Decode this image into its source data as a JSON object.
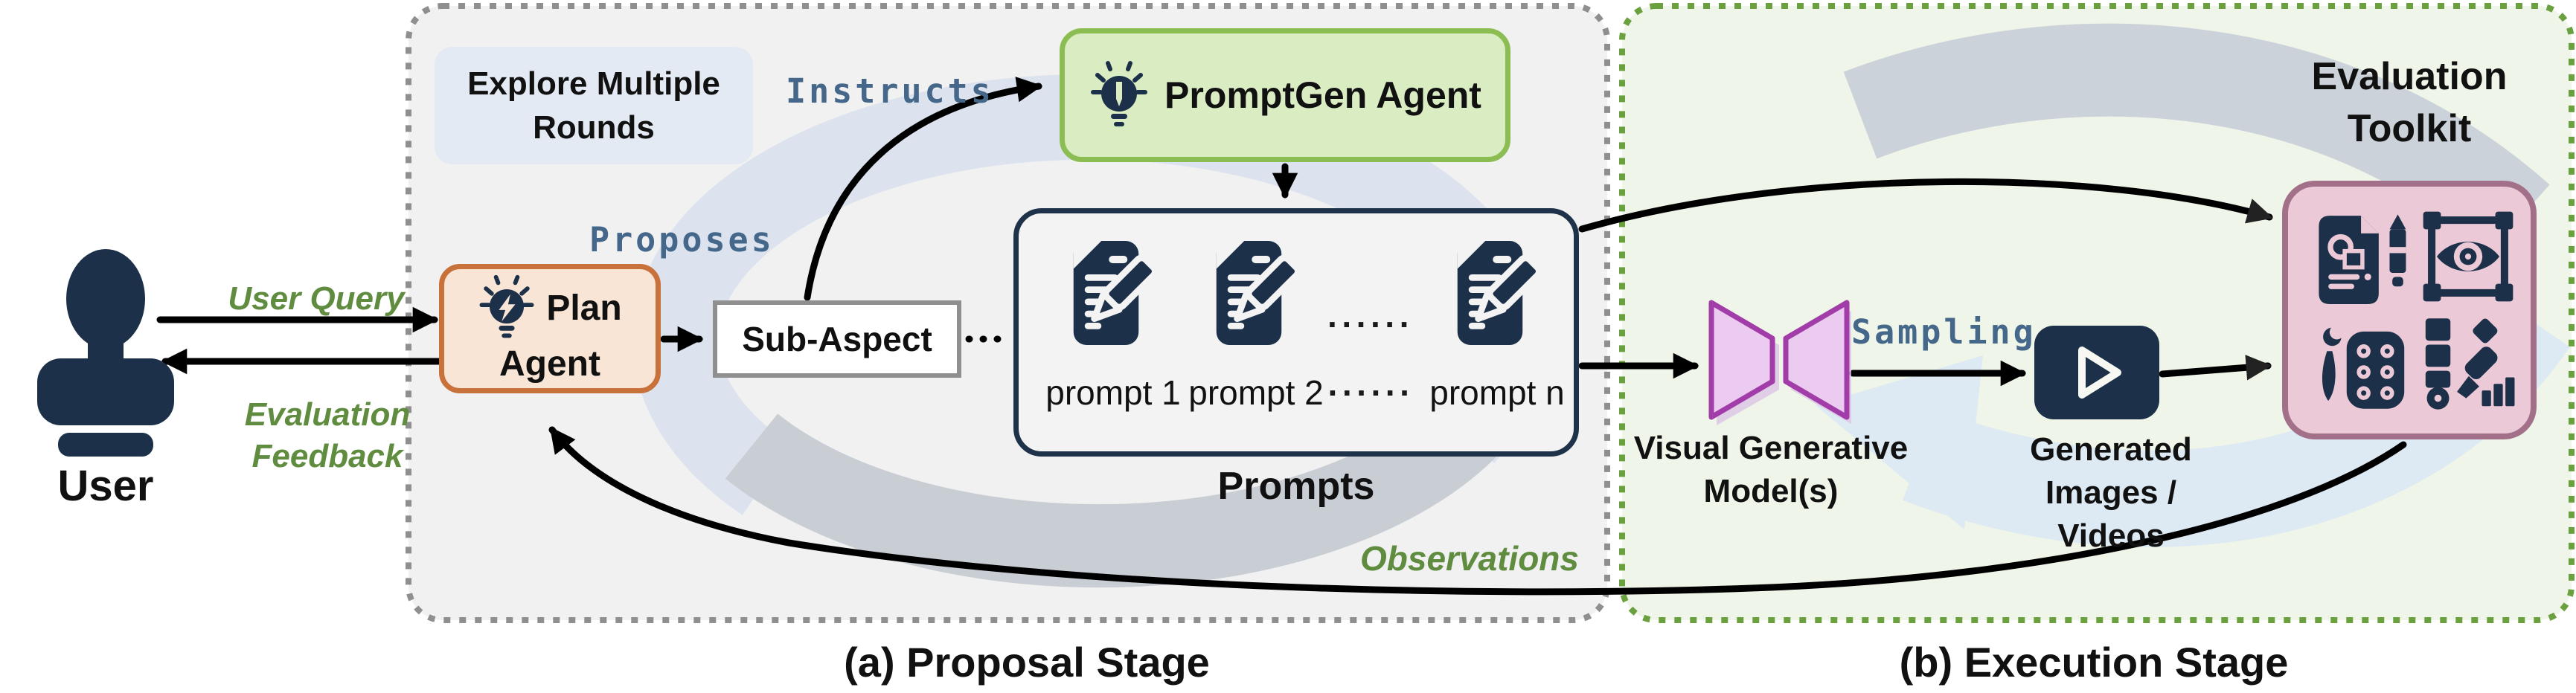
{
  "user": {
    "label": "User",
    "query_label": "User Query",
    "feedback_label": "Evaluation Feedback",
    "observations_label": "Observations"
  },
  "proposal": {
    "caption": "(a) Proposal Stage",
    "explore_label": "Explore Multiple Rounds",
    "proposes_label": "Proposes",
    "instructs_label": "Instructs",
    "plan_agent": {
      "line1": "Plan",
      "line2": "Agent"
    },
    "sub_aspect_label": "Sub-Aspect",
    "promptgen_label": "PromptGen Agent",
    "prompt1": "prompt 1",
    "prompt2": "prompt 2",
    "prompt_n": "prompt n",
    "icon_dots": "······",
    "label_dots": "······",
    "prompts_title": "Prompts"
  },
  "execution": {
    "caption": "(b) Execution Stage",
    "sampling_label": "Sampling",
    "vgm_label": "Visual Generative Model(s)",
    "generated": {
      "line1": "Generated",
      "line2": "Images / Videos"
    },
    "toolkit": {
      "line1": "Evaluation",
      "line2": "Toolkit"
    }
  },
  "colors": {
    "navy_icon": "#1d3049",
    "plan_fill": "#f8e5d6",
    "plan_border": "#c9713a",
    "promptgen_fill": "#d9ecc2",
    "promptgen_border": "#8cbd53",
    "prompts_border": "#1e3349",
    "toolkit_fill": "#ecc9d6",
    "toolkit_border": "#a3708a",
    "bowtie_fill": "#ebccf0",
    "bowtie_border": "#a13ca9",
    "green_text": "#5f8c3f",
    "blue_mono_text": "#44678a",
    "stage_a_fill": "#f1f1f1",
    "stage_a_border": "#8f8f8f",
    "stage_b_fill": "#eff5e8",
    "stage_b_border": "#6ba03f"
  }
}
